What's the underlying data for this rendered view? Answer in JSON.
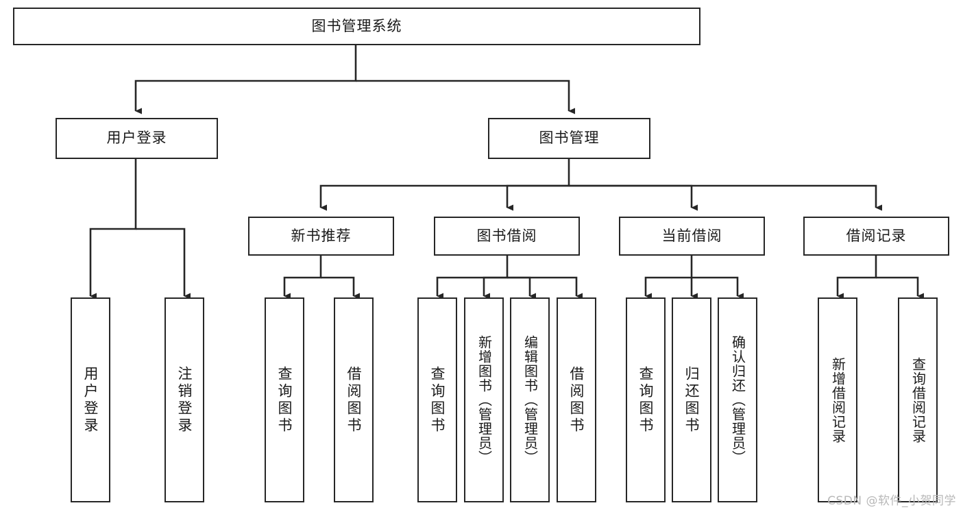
{
  "diagram": {
    "title": "图书管理系统",
    "type": "tree",
    "root": {
      "id": "root",
      "label": "图书管理系统"
    },
    "level2": [
      {
        "id": "user-login",
        "label": "用户登录"
      },
      {
        "id": "book-manage",
        "label": "图书管理"
      }
    ],
    "level3": [
      {
        "id": "new-book-recommend",
        "label": "新书推荐",
        "parent": "book-manage"
      },
      {
        "id": "book-borrow",
        "label": "图书借阅",
        "parent": "book-manage"
      },
      {
        "id": "current-borrow",
        "label": "当前借阅",
        "parent": "book-manage"
      },
      {
        "id": "borrow-record",
        "label": "借阅记录",
        "parent": "book-manage"
      }
    ],
    "leaves": [
      {
        "id": "leaf-user-login",
        "label": "用户登录",
        "parent": "user-login"
      },
      {
        "id": "leaf-logout-login",
        "label": "注销登录",
        "parent": "user-login"
      },
      {
        "id": "leaf-query-book-1",
        "label": "查询图书",
        "parent": "new-book-recommend"
      },
      {
        "id": "leaf-borrow-book-1",
        "label": "借阅图书",
        "parent": "new-book-recommend"
      },
      {
        "id": "leaf-query-book-2",
        "label": "查询图书",
        "parent": "book-borrow"
      },
      {
        "id": "leaf-add-book",
        "label": "新增图书（管理员）",
        "parent": "book-borrow"
      },
      {
        "id": "leaf-edit-book",
        "label": "编辑图书（管理员）",
        "parent": "book-borrow"
      },
      {
        "id": "leaf-borrow-book-2",
        "label": "借阅图书",
        "parent": "book-borrow"
      },
      {
        "id": "leaf-query-book-3",
        "label": "查询图书",
        "parent": "current-borrow"
      },
      {
        "id": "leaf-return-book",
        "label": "归还图书",
        "parent": "current-borrow"
      },
      {
        "id": "leaf-confirm-return",
        "label": "确认归还（管理员）",
        "parent": "current-borrow"
      },
      {
        "id": "leaf-add-record",
        "label": "新增借阅记录",
        "parent": "borrow-record"
      },
      {
        "id": "leaf-query-record",
        "label": "查询借阅记录",
        "parent": "borrow-record"
      }
    ],
    "colors": {
      "stroke": "#262626",
      "fill": "#ffffff",
      "text": "#1a1a1a",
      "watermark": "#b8b8b8"
    }
  },
  "watermark": {
    "text": "CSDN @软件_小贺同学"
  }
}
